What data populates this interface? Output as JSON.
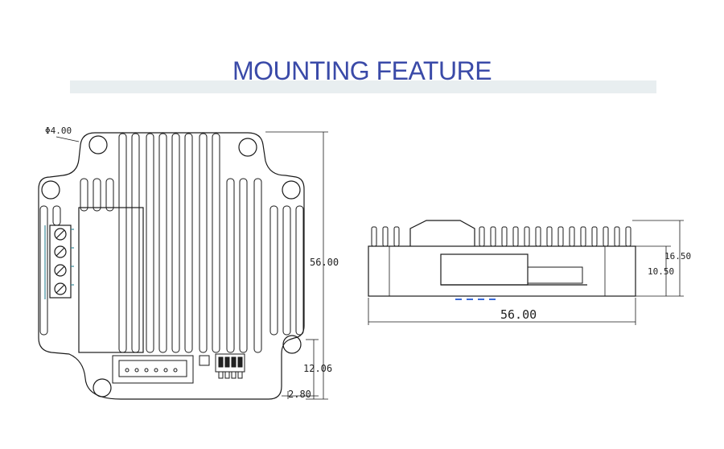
{
  "title": "MOUNTING FEATURE",
  "top_view": {
    "hole_label": "Φ4.00",
    "height_label": "56.00",
    "lower_height_label": "12.06",
    "offset_label": "2.80"
  },
  "side_view": {
    "width_label": "56.00",
    "total_height_label": "16.50",
    "body_height_label": "10.50"
  }
}
